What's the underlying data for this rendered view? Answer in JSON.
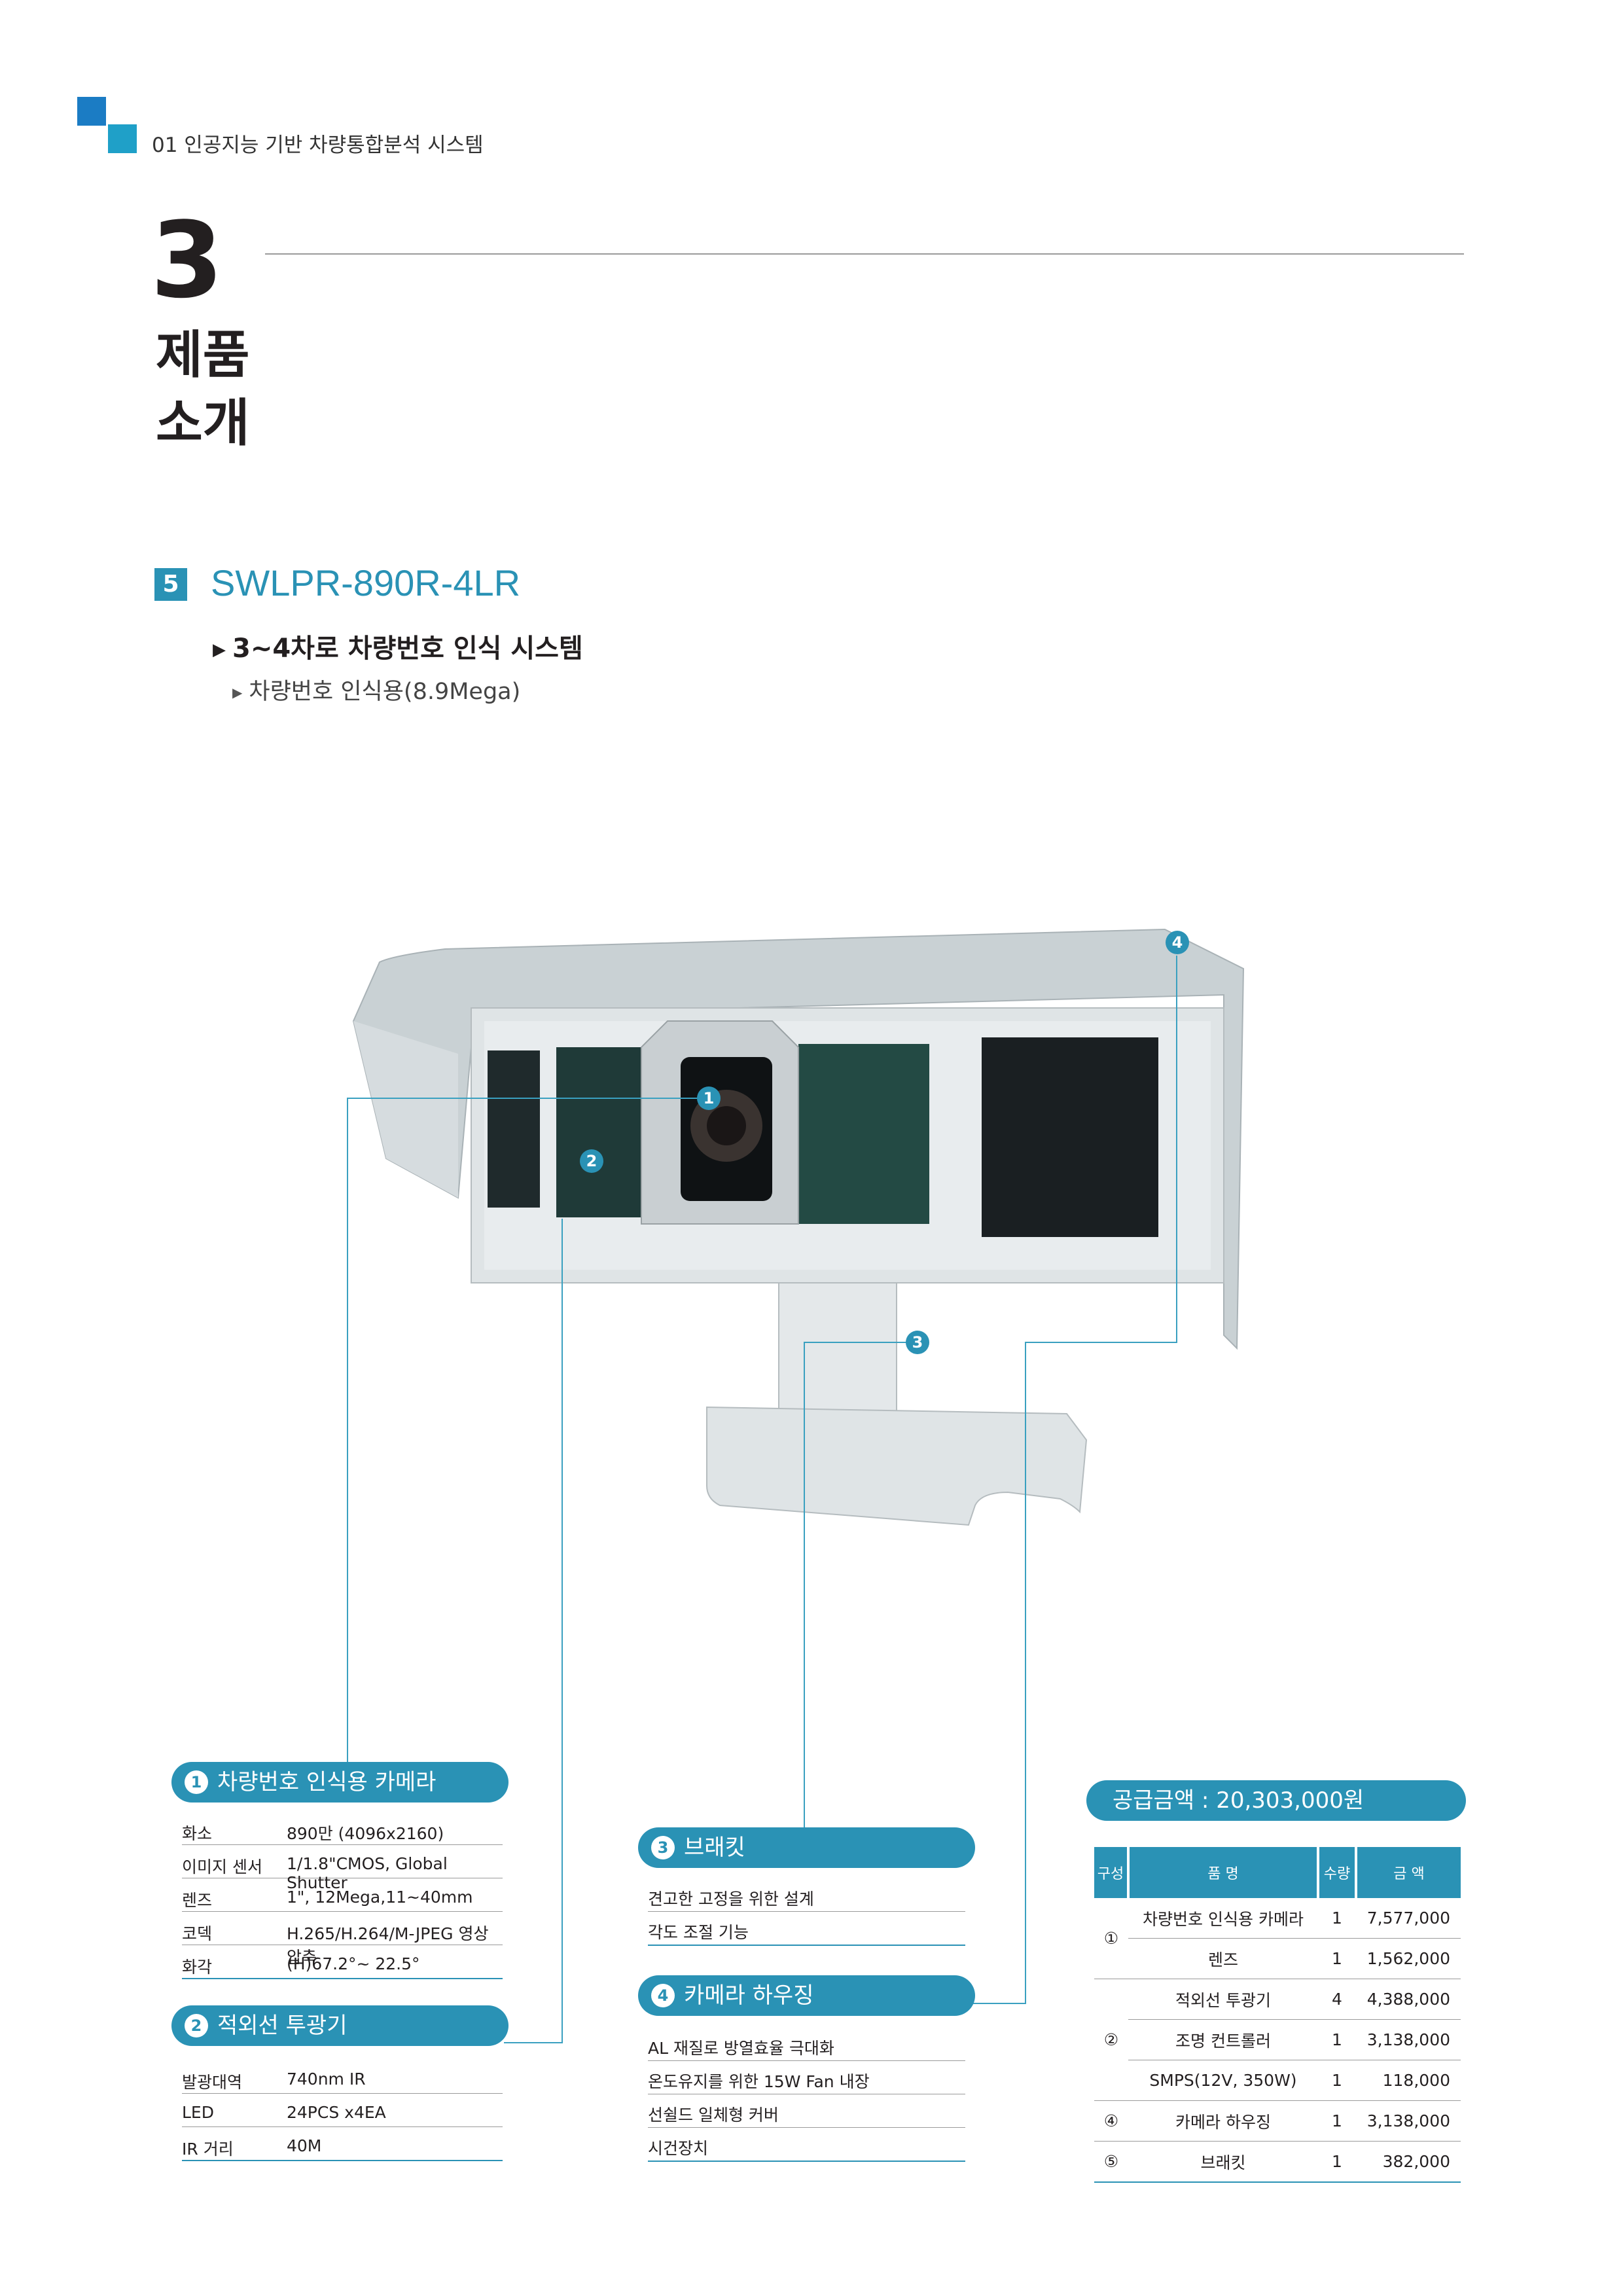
{
  "header": {
    "breadcrumb": "01 인공지능 기반 차량통합분석 시스템"
  },
  "section": {
    "number": "3",
    "title_line1": "제품",
    "title_line2": "소개"
  },
  "product": {
    "index": "5",
    "model": "SWLPR-890R-4LR",
    "subtitle": "3~4차로 차량번호 인식 시스템",
    "subsubtitle": "차량번호 인식용(8.9Mega)"
  },
  "markers": [
    "1",
    "2",
    "3",
    "4"
  ],
  "camera": {
    "num": "1",
    "title": "차량번호 인식용 카메라",
    "specs": [
      {
        "k": "화소",
        "v": "890만 (4096x2160)"
      },
      {
        "k": "이미지 센서",
        "v": "1/1.8\"CMOS, Global Shutter"
      },
      {
        "k": "렌즈",
        "v": "1\", 12Mega,11~40mm"
      },
      {
        "k": "코덱",
        "v": "H.265/H.264/M-JPEG 영상압축"
      },
      {
        "k": "화각",
        "v": "(H)67.2°~ 22.5°"
      }
    ]
  },
  "ir": {
    "num": "2",
    "title": "적외선 투광기",
    "specs": [
      {
        "k": "발광대역",
        "v": "740nm IR"
      },
      {
        "k": "LED",
        "v": "24PCS x4EA"
      },
      {
        "k": "IR 거리",
        "v": "40M"
      }
    ]
  },
  "bracket": {
    "num": "3",
    "title": "브래킷",
    "features": [
      "견고한 고정을 위한 설계",
      "각도 조절 기능"
    ]
  },
  "housing": {
    "num": "4",
    "title": "카메라 하우징",
    "features": [
      "AL 재질로 방열효율 극대화",
      "온도유지를 위한 15W Fan 내장",
      "선쉴드 일체형 커버",
      "시건장치"
    ]
  },
  "price": {
    "title": "공급금액 : 20,303,000원",
    "headers": {
      "group": "구성",
      "name": "품 명",
      "qty": "수량",
      "amount": "금 액"
    },
    "rows": [
      {
        "group": "①",
        "name": "차량번호 인식용 카메라",
        "qty": "1",
        "amount": "7,577,000"
      },
      {
        "group": "",
        "name": "렌즈",
        "qty": "1",
        "amount": "1,562,000"
      },
      {
        "group": "",
        "name": "적외선 투광기",
        "qty": "4",
        "amount": "4,388,000"
      },
      {
        "group": "②",
        "name": "조명 컨트롤러",
        "qty": "1",
        "amount": "3,138,000"
      },
      {
        "group": "",
        "name": "SMPS(12V, 350W)",
        "qty": "1",
        "amount": "118,000"
      },
      {
        "group": "④",
        "name": "카메라 하우징",
        "qty": "1",
        "amount": "3,138,000"
      },
      {
        "group": "⑤",
        "name": "브래킷",
        "qty": "1",
        "amount": "382,000"
      }
    ]
  },
  "colors": {
    "accent": "#2a92b5",
    "brand_dark": "#1b7cc4"
  }
}
